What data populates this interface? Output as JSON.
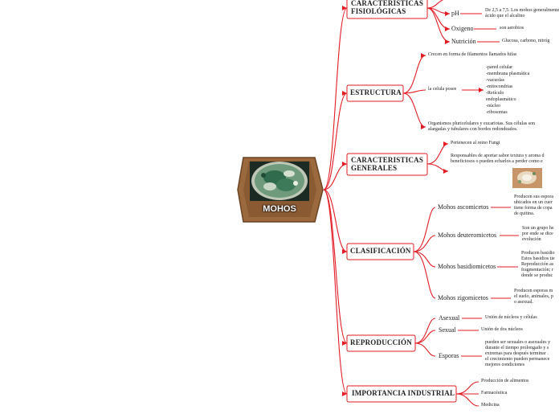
{
  "root": {
    "label": "MOHOS"
  },
  "fisiologicas": {
    "title": "CARACTERÍSTICAS\nFISIOLÓGICAS",
    "ph_label": "pH",
    "ph_value": "De 2,5 a 7,5. Los mohos generalmente\nácido que el alcalino",
    "oxigeno_label": "Oxigeno",
    "oxigeno_value": "son aerobios",
    "nutricion_label": "Nutrición",
    "nutricion_value": "Glucosa, carbono, nitróg"
  },
  "estructura": {
    "title": "ESTRUCTURA",
    "item1": "Crecen en forma de filamentos llamados hifas",
    "celula_label": "la celula posee",
    "celula_parts": "-pared celular\n-membrana plasmática\n-vacuolas\n-mitocondrias\n-Retículo\nendoplasmático\n-núcleo\n-ribosomas",
    "item3": "Organismos pluricelulares y eucariotas. Sus células son\nalargadas y tubulares con bordes redondeados."
  },
  "generales": {
    "title": "CARACTERISTICAS\nGENERALES",
    "item1": "Pertenecen al reino Fungi",
    "item2": "Responsables de aportar sabor textura y aroma d\nbeneficiosos o pueden echarlos a perder como e"
  },
  "clasificacion": {
    "title": "CLASIFICACIÓN",
    "asco_label": "Mohos ascomicetos",
    "asco_text": "Producen sus espora\nubicados en un cuer\ntiene forma de copa\nde quitina.",
    "deutero_label": "Mohos deuteromicetos",
    "deutero_text": "Son un grupo he\npor ende se dice\nevolución",
    "basidio_label": "Mohos basidiomicetos",
    "basidio_text": "Producen basidio\nEstos basidios tie\nReproducción as\nfragmentación; r\ndonde se produc",
    "zigo_label": "Mohos zigomicetos",
    "zigo_text": "Producen esporas m\nel suelo, animales, p\no asexual."
  },
  "reproduccion": {
    "title": "REPRODUCCIÓN",
    "asexual_label": "Asexual",
    "asexual_value": "Unión de núcleos y células",
    "sexual_label": "Sexual",
    "sexual_value": "Unión de dos núcleos",
    "esporas_label": "Esporas",
    "esporas_value": "pueden ser sexuales o asexuales y\ndurante el tiempo prolongado y s\nextremas para después terminar .\nel crecimiento pueden permanece\nmejores condiciones"
  },
  "industrial": {
    "title": "IMPORTANCIA INDUSTRIAL",
    "item1": "Producción de alimentos",
    "item2": "Farmacéutica",
    "item3": "Medicina"
  },
  "colors": {
    "wire": "#e31b23",
    "node_border": "#e31b23",
    "root_fill": "#9a6a3e",
    "root_border": "#6b4423"
  }
}
